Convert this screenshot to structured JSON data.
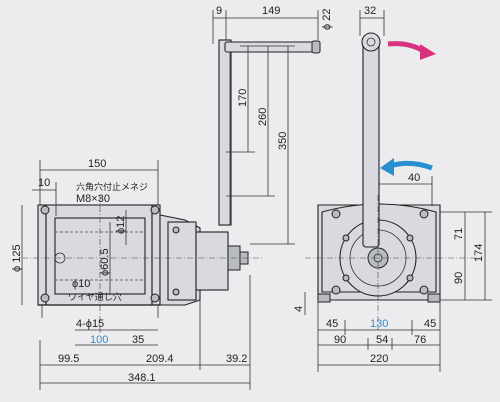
{
  "dimensions": {
    "top_9": "9",
    "top_149": "149",
    "top_phi22": "ϕ 22",
    "top_32": "32",
    "v_170": "170",
    "v_260": "260",
    "v_350": "350",
    "d_150": "150",
    "d_10": "10",
    "note_hex": "六角穴付止メネジ",
    "note_screw": "M8×30",
    "phi12": "ϕ12",
    "phi125": "ϕ 125",
    "phi60_5": "ϕ60.5",
    "phi10": "ϕ10",
    "note_wire": "ワイヤ通し穴",
    "holes": "4-ϕ15",
    "d_100": "100",
    "d_35": "35",
    "d_99_5": "99.5",
    "d_209_4": "209.4",
    "d_39_2": "39.2",
    "d_348_1": "348.1",
    "r_40": "40",
    "r_71": "71",
    "r_174": "174",
    "r_90v": "90",
    "r_4": "4",
    "b_45a": "45",
    "b_130": "130",
    "b_45b": "45",
    "b_90": "90",
    "b_54": "54",
    "b_76": "76",
    "b_220": "220"
  },
  "colors": {
    "highlight_dim": "#2a8fd0",
    "arrow_magenta": "#d8337f",
    "arrow_blue": "#2a8fd0",
    "background": "#ececef"
  },
  "icons": {
    "rotation_arrow_top": "magenta-curved-arrow",
    "rotation_arrow_mid": "blue-curved-arrow"
  }
}
